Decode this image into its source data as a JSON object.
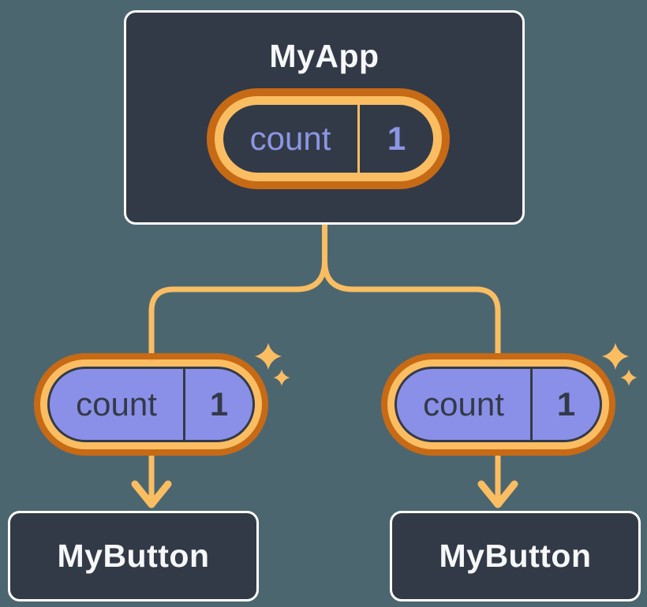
{
  "colors": {
    "bg": "#4c6670",
    "card": "#333a47",
    "card-border": "#ffffff",
    "orange-dark": "#c76a15",
    "orange-light": "#fabd62",
    "purple-fill": "#8a90e8",
    "purple-text": "#8b96e4",
    "text-light": "#f6f7f9",
    "text-dark": "#333a47"
  },
  "icons": {
    "sparkle": "✦",
    "arrow_down": "↓"
  },
  "tree": {
    "root": {
      "title": "MyApp",
      "state": {
        "name": "count",
        "value": "1"
      }
    },
    "children": [
      {
        "title": "MyButton",
        "state": {
          "name": "count",
          "value": "1"
        }
      },
      {
        "title": "MyButton",
        "state": {
          "name": "count",
          "value": "1"
        }
      }
    ]
  }
}
